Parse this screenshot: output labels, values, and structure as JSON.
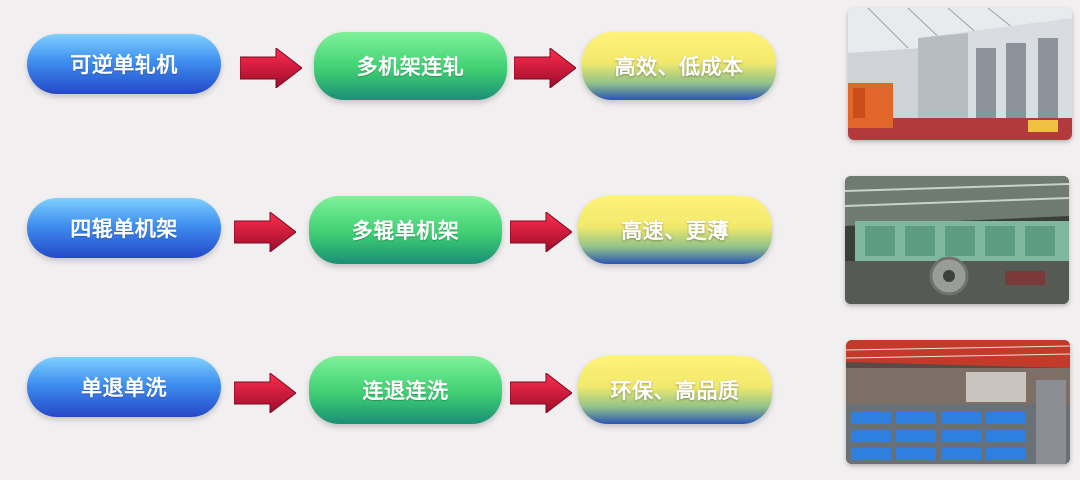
{
  "rows": [
    {
      "from": "可逆单轧机",
      "middle": "多机架连轧",
      "result": "高效、低成本"
    },
    {
      "from": "四辊单机架",
      "middle": "多辊单机架",
      "result": "高速、更薄"
    },
    {
      "from": "单退单洗",
      "middle": "连退连洗",
      "result": "环保、高品质"
    }
  ],
  "colors": {
    "blue_pill": "#3f8ff0",
    "green_pill": "#3fcf72",
    "yellow_pill": "#f2e96c",
    "arrow_red": "#d0103a",
    "background": "#f1efef"
  },
  "icons": {
    "arrow": "arrow-right-icon"
  }
}
